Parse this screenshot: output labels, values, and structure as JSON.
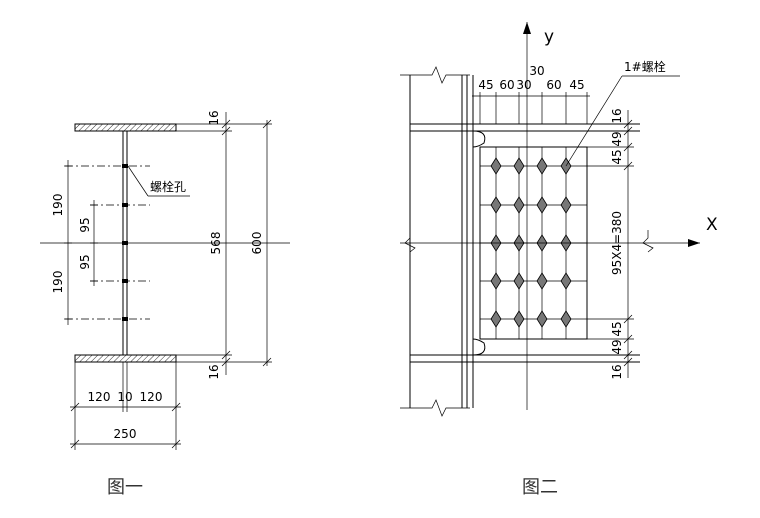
{
  "figure1": {
    "caption": "图一",
    "bolt_hole_label": "螺栓孔",
    "dims_left": [
      "190",
      "95",
      "95",
      "190"
    ],
    "dims_right": {
      "inner": "568",
      "outer": "600"
    },
    "flange_thickness": [
      "16",
      "16"
    ],
    "dims_bottom": {
      "left": "120",
      "web": "10",
      "right": "120",
      "total": "250"
    }
  },
  "figure2": {
    "caption": "图二",
    "bolt_label": "1#螺栓",
    "axis_x": "X",
    "axis_y": "y",
    "dims_top": [
      "45",
      "60",
      "30",
      "30",
      "60",
      "45"
    ],
    "dims_right": [
      "16",
      "49",
      "45",
      "95X4=380",
      "45",
      "49",
      "16"
    ],
    "bolt_rows": 5,
    "bolt_cols": 4
  }
}
